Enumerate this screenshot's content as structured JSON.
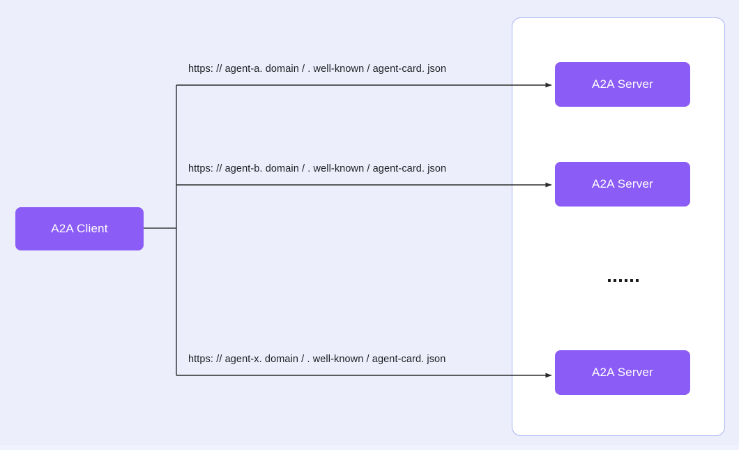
{
  "diagram": {
    "title": "A2A Client to A2A Server agent card discovery",
    "background_color": "#eceefc",
    "node_color": "#8b5cf6",
    "container_border_color": "#a9b5f0",
    "line_color": "#2b2b2b"
  },
  "client": {
    "label": "A2A Client"
  },
  "server_group": {
    "servers": [
      {
        "label": "A2A Server"
      },
      {
        "label": "A2A Server"
      },
      {
        "label": "A2A Server"
      }
    ],
    "ellipsis": "......",
    "ellipsis_dot_count": 6
  },
  "connections": [
    {
      "url": "https: // agent-a. domain / . well-known / agent-card. json"
    },
    {
      "url": "https: // agent-b. domain / . well-known / agent-card. json"
    },
    {
      "url": "https: // agent-x. domain / . well-known / agent-card. json"
    }
  ]
}
